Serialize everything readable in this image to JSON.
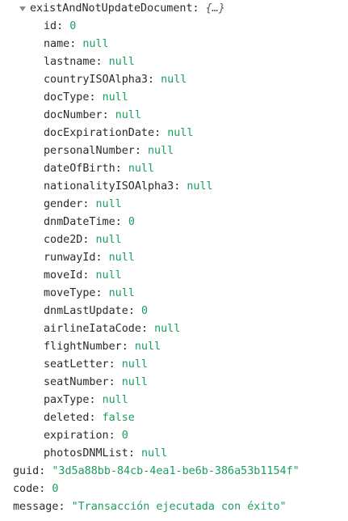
{
  "root": {
    "key": "existAndNotUpdateDocument",
    "preview": "{…}",
    "expanded": true,
    "toggle_icon": "triangle-down-icon",
    "fields": [
      {
        "key": "id",
        "value": "0",
        "type": "num"
      },
      {
        "key": "name",
        "value": "null",
        "type": "null"
      },
      {
        "key": "lastname",
        "value": "null",
        "type": "null"
      },
      {
        "key": "countryISOAlpha3",
        "value": "null",
        "type": "null"
      },
      {
        "key": "docType",
        "value": "null",
        "type": "null"
      },
      {
        "key": "docNumber",
        "value": "null",
        "type": "null"
      },
      {
        "key": "docExpirationDate",
        "value": "null",
        "type": "null"
      },
      {
        "key": "personalNumber",
        "value": "null",
        "type": "null"
      },
      {
        "key": "dateOfBirth",
        "value": "null",
        "type": "null"
      },
      {
        "key": "nationalityISOAlpha3",
        "value": "null",
        "type": "null"
      },
      {
        "key": "gender",
        "value": "null",
        "type": "null"
      },
      {
        "key": "dnmDateTime",
        "value": "0",
        "type": "num"
      },
      {
        "key": "code2D",
        "value": "null",
        "type": "null"
      },
      {
        "key": "runwayId",
        "value": "null",
        "type": "null"
      },
      {
        "key": "moveId",
        "value": "null",
        "type": "null"
      },
      {
        "key": "moveType",
        "value": "null",
        "type": "null"
      },
      {
        "key": "dnmLastUpdate",
        "value": "0",
        "type": "num"
      },
      {
        "key": "airlineIataCode",
        "value": "null",
        "type": "null"
      },
      {
        "key": "flightNumber",
        "value": "null",
        "type": "null"
      },
      {
        "key": "seatLetter",
        "value": "null",
        "type": "null"
      },
      {
        "key": "seatNumber",
        "value": "null",
        "type": "null"
      },
      {
        "key": "paxType",
        "value": "null",
        "type": "null"
      },
      {
        "key": "deleted",
        "value": "false",
        "type": "bool"
      },
      {
        "key": "expiration",
        "value": "0",
        "type": "num"
      },
      {
        "key": "photosDNMList",
        "value": "null",
        "type": "null"
      }
    ]
  },
  "top_fields": [
    {
      "key": "guid",
      "value": "\"3d5a88bb-84cb-4ea1-be6b-386a53b1154f\"",
      "type": "str"
    },
    {
      "key": "code",
      "value": "0",
      "type": "num"
    },
    {
      "key": "message",
      "value": "\"Transacción ejecutada con éxito\"",
      "type": "str"
    }
  ],
  "colors": {
    "key": "#2a2a2a",
    "value": "#1a9e5f",
    "preview": "#5a5a5a",
    "toggle": "#8a8a8a"
  }
}
